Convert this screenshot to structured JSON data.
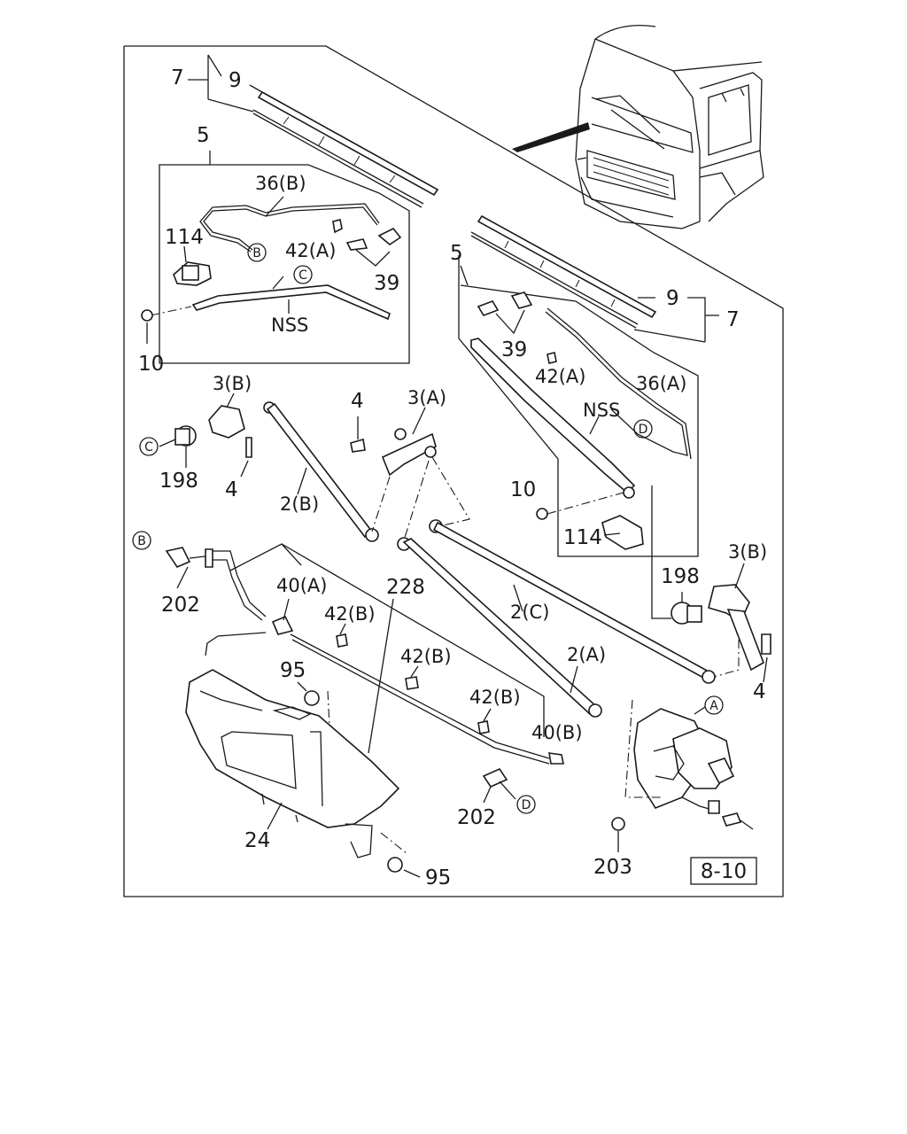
{
  "labels": {
    "wiper_assy_left": "7",
    "blade_left": "9",
    "arm_assy_left": "5",
    "hose_36b": "36(B)",
    "motor_114_left": "114",
    "clip_42a_left": "42(A)",
    "bracket_39_left": "39",
    "nss_left": "NSS",
    "nut_10_left": "10",
    "arm_assy_right": "5",
    "blade_right": "9",
    "wiper_assy_right": "7",
    "bracket_39_right": "39",
    "clip_42a_right": "42(A)",
    "hose_36a": "36(A)",
    "nss_right": "NSS",
    "nut_10_right": "10",
    "motor_114_right": "114",
    "pivot_3b_left": "3(B)",
    "bolt_4_top": "4",
    "pivot_3a": "3(A)",
    "bushing_198_left": "198",
    "bolt_4_left": "4",
    "link_2b": "2(B)",
    "link_2c": "2(C)",
    "pivot_3b_right": "3(B)",
    "bushing_198_right": "198",
    "bolt_4_right": "4",
    "joint_202_left": "202",
    "hose_40a": "40(A)",
    "hose_228": "228",
    "clip_42b_1": "42(B)",
    "clip_42b_2": "42(B)",
    "clip_42b_3": "42(B)",
    "nut_95_top": "95",
    "link_2a": "2(A)",
    "hose_40b": "40(B)",
    "joint_202_right": "202",
    "tank_24": "24",
    "nut_95_bottom": "95",
    "nut_203": "203"
  },
  "callouts": {
    "a": "A",
    "b": "B",
    "c": "C",
    "d": "D"
  },
  "reference": "8-10"
}
